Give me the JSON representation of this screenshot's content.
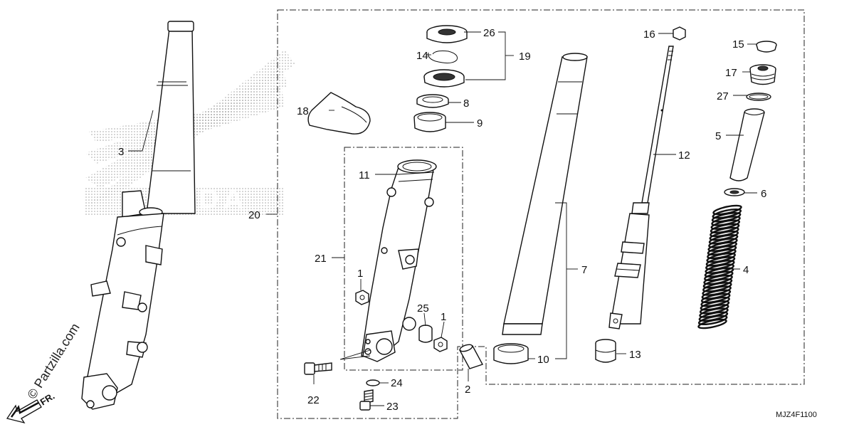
{
  "diagram": {
    "diagram_code": "MJZ4F1100",
    "watermark": "© Partzilla.com",
    "watermark_brand": "HONDA",
    "direction_marker": "FR.",
    "part_labels": {
      "p1a": "1",
      "p1b": "1",
      "p2": "2",
      "p3": "3",
      "p4": "4",
      "p5": "5",
      "p6": "6",
      "p7": "7",
      "p8": "8",
      "p9": "9",
      "p10": "10",
      "p11": "11",
      "p12": "12",
      "p13": "13",
      "p14": "14",
      "p15": "15",
      "p16": "16",
      "p17": "17",
      "p18": "18",
      "p19": "19",
      "p20": "20",
      "p21": "21",
      "p22": "22",
      "p23": "23",
      "p24": "24",
      "p25": "25",
      "p26": "26",
      "p27": "27"
    }
  }
}
